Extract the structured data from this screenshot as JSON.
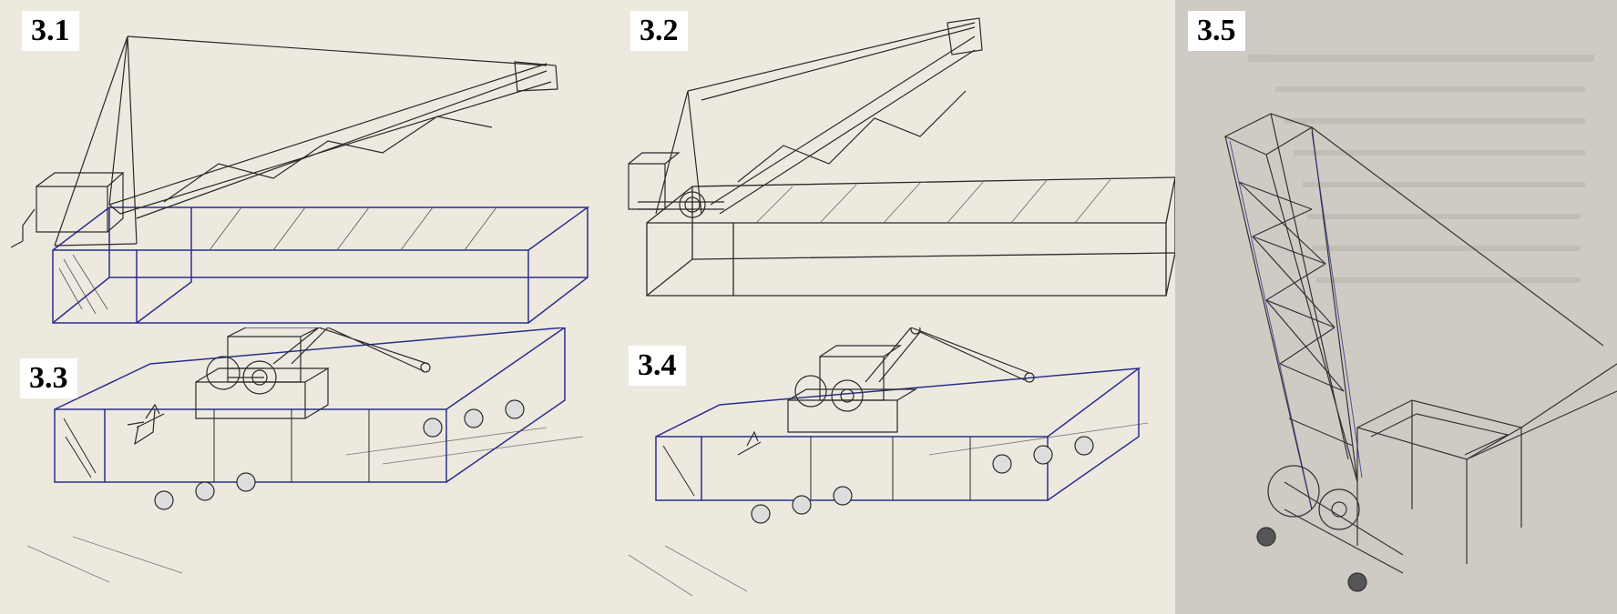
{
  "panels": [
    {
      "id": "p31",
      "label": "3.1"
    },
    {
      "id": "p32",
      "label": "3.2"
    },
    {
      "id": "p33",
      "label": "3.3"
    },
    {
      "id": "p34",
      "label": "3.4"
    },
    {
      "id": "p35",
      "label": "3.5"
    }
  ],
  "colors": {
    "paper": "#ede9df",
    "pencil": "#2a2a2a",
    "blue_ink": "#2b2f8c",
    "photo_bg": "#cfcbc4",
    "label_bg": "#ffffff"
  }
}
